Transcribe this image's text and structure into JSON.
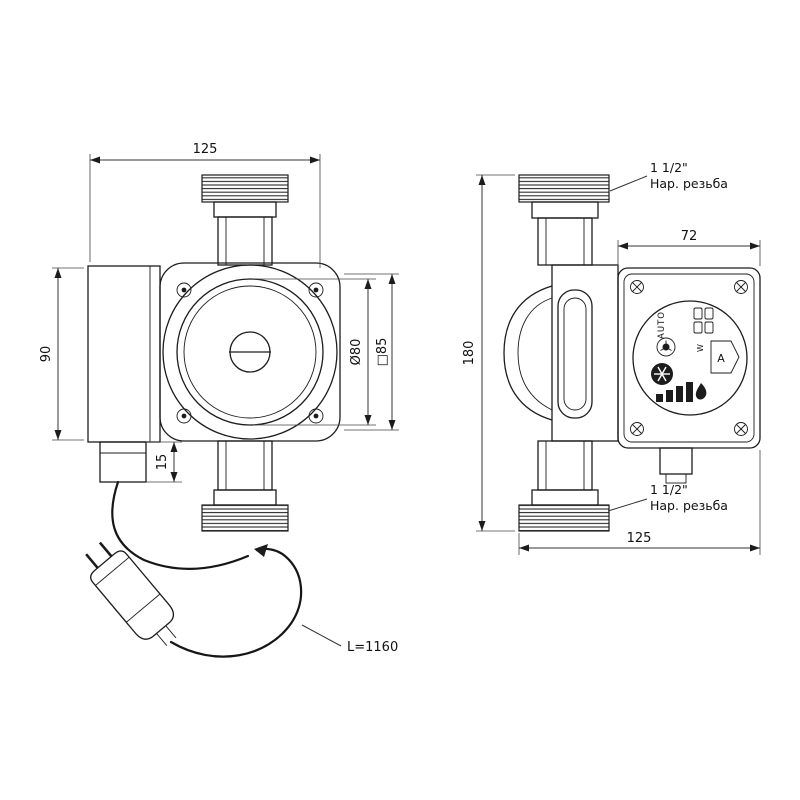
{
  "colors": {
    "ink": "#1c1c1c",
    "dim_lines": "#333333",
    "background": "#ffffff"
  },
  "front_view": {
    "dim_width_top": "125",
    "dim_height_left": "90",
    "dim_impeller_diameter": "Ø80",
    "dim_square_face": "□85",
    "dim_box_offset": "15",
    "cable_length": "L=1160"
  },
  "side_view": {
    "dim_face_width": "72",
    "dim_port_to_port": "180",
    "dim_depth_bottom": "125",
    "thread_top": {
      "size": "1 1/2\"",
      "note": "Нар. резьба"
    },
    "thread_bottom": {
      "size": "1 1/2\"",
      "note": "Нар. резьба"
    }
  },
  "control_panel": {
    "mode_label": "AUTO",
    "display_letter": "A",
    "power_unit": "W",
    "icons": {
      "left_top": "impeller-button-icon",
      "left_bottom": "snowflake-button-icon",
      "bottom": "power-bars-icon",
      "flame": "heating-mode-icon",
      "display": "seven-segment-icon"
    }
  }
}
